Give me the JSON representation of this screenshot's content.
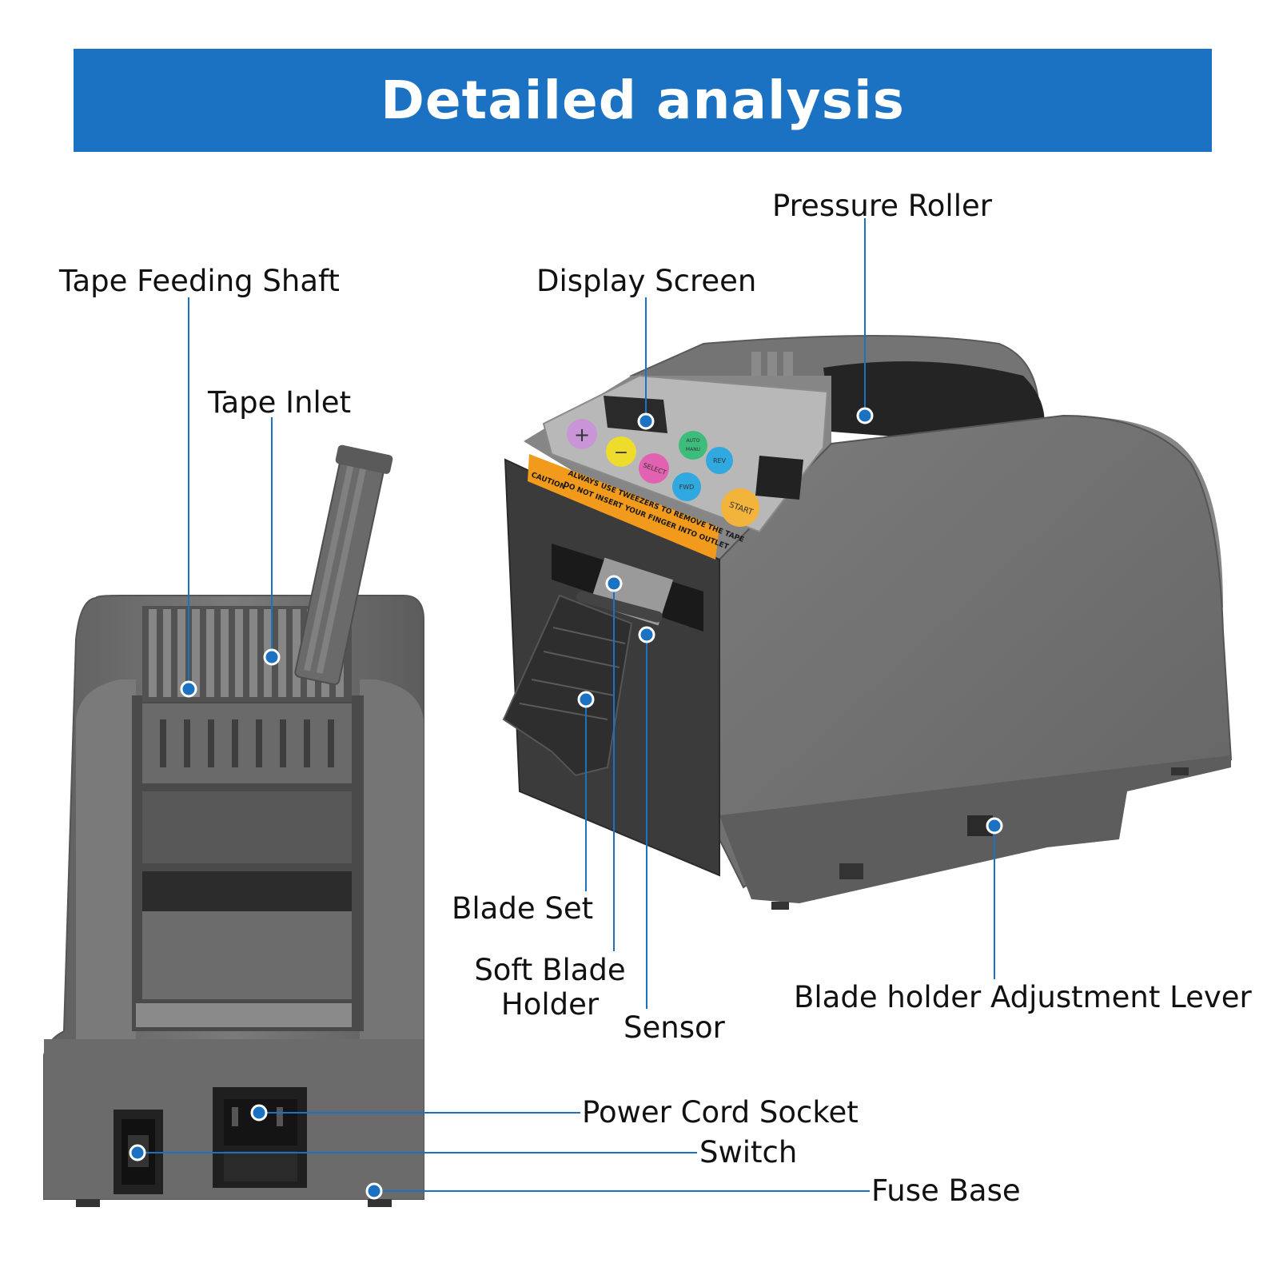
{
  "title": "Detailed analysis",
  "colors": {
    "banner": "#1b72c3",
    "callout": "#1b72c3",
    "machine_body": "#6f6f6f",
    "machine_dark": "#3a3a3a"
  },
  "callouts": {
    "tape_feeding_shaft": "Tape Feeding Shaft",
    "tape_inlet": "Tape Inlet",
    "display_screen": "Display Screen",
    "pressure_roller": "Pressure Roller",
    "blade_set": "Blade Set",
    "soft_blade_holder_line1": "Soft Blade",
    "soft_blade_holder_line2": "Holder",
    "sensor": "Sensor",
    "blade_holder_adjustment_lever": "Blade holder Adjustment Lever",
    "power_cord_socket": "Power Cord Socket",
    "switch": "Switch",
    "fuse_base": "Fuse Base"
  },
  "control_panel": {
    "plus": "+",
    "minus": "−",
    "select": "SELECT",
    "auto_manu_top": "AUTO",
    "auto_manu_bottom": "MANU",
    "rev": "REV",
    "fwd": "FWD",
    "start": "START",
    "caution": "CAUTION",
    "warning_line1": "ALWAYS USE TWEEZERS TO REMOVE THE TAPE",
    "warning_line2": "DO NOT INSERT YOUR FINGER INTO OUTLET"
  }
}
